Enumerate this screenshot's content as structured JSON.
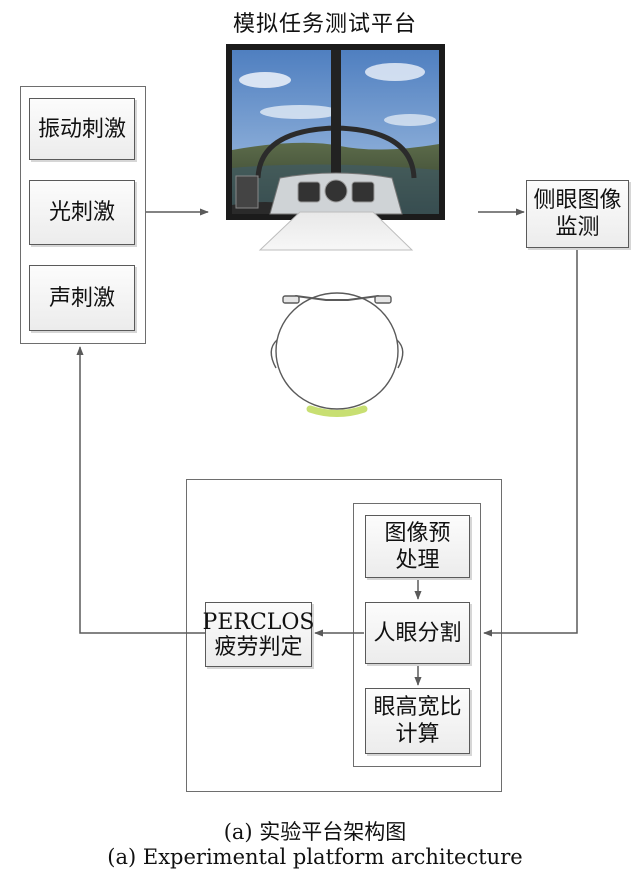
{
  "title": "模拟任务测试平台",
  "stimuli": {
    "vibration": "振动刺激",
    "light": "光刺激",
    "sound": "声刺激"
  },
  "monitor": {
    "line1": "侧眼图像",
    "line2": "监测"
  },
  "processing": {
    "preprocess": {
      "line1": "图像预",
      "line2": "处理"
    },
    "segment": "人眼分割",
    "ratio": {
      "line1": "眼高宽比",
      "line2": "计算"
    }
  },
  "perclos": {
    "line1": "PERCLOS",
    "line2": "疲劳判定"
  },
  "caption": {
    "cn": "(a) 实验平台架构图",
    "en": "(a) Experimental platform architecture"
  },
  "colors": {
    "line": "#5a5a5a",
    "box_fill": "#eeeeee",
    "headband": "#cfe38a",
    "sky": "#6f94c8"
  }
}
